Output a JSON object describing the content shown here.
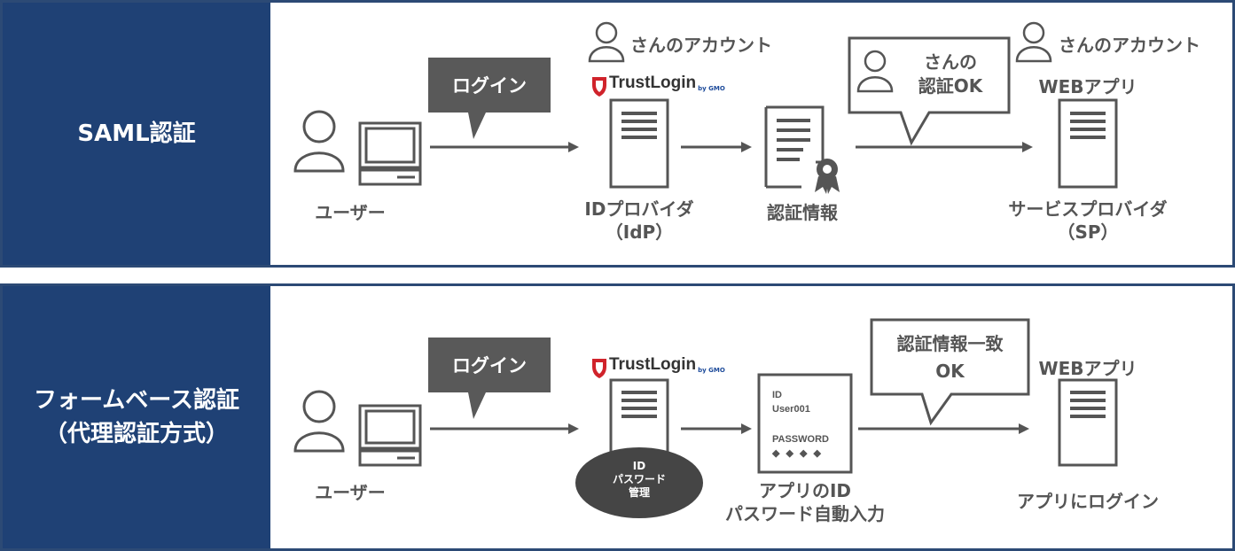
{
  "saml": {
    "label": "SAML認証",
    "bubble_login": "ログイン",
    "logo_name": "TrustLogin",
    "logo_by": "by GMO",
    "account_left": "さんのアカウント",
    "account_right": "さんのアカウント",
    "ok_bubble_line1": "さんの",
    "ok_bubble_line2": "認証OK",
    "user_label": "ユーザー",
    "idp_line1": "IDプロバイダ",
    "idp_line2": "（IdP）",
    "cert_label": "認証情報",
    "webapp_label": "WEBアプリ",
    "sp_line1": "サービスプロバイダ",
    "sp_line2": "（SP）"
  },
  "form": {
    "label_line1": "フォームベース認証",
    "label_line2": "（代理認証方式）",
    "bubble_login": "ログイン",
    "logo_name": "TrustLogin",
    "logo_by": "by GMO",
    "oval_line1": "ID",
    "oval_line2": "パスワード",
    "oval_line3": "管理",
    "doc_id_label": "ID",
    "doc_id_value": "User001",
    "doc_pw_label": "PASSWORD",
    "doc_pw_value": "◆ ◆ ◆ ◆",
    "match_bubble_line1": "認証情報一致",
    "match_bubble_line2": "OK",
    "webapp_label": "WEBアプリ",
    "user_label": "ユーザー",
    "autofill_line1": "アプリのID",
    "autofill_line2": "パスワード自動入力",
    "app_login_label": "アプリにログイン"
  },
  "colors": {
    "navy": "#1f4175",
    "border": "#2c4a75",
    "icon_gray": "#555555",
    "bubble_fill": "#595959",
    "logo_red": "#d0232b"
  }
}
